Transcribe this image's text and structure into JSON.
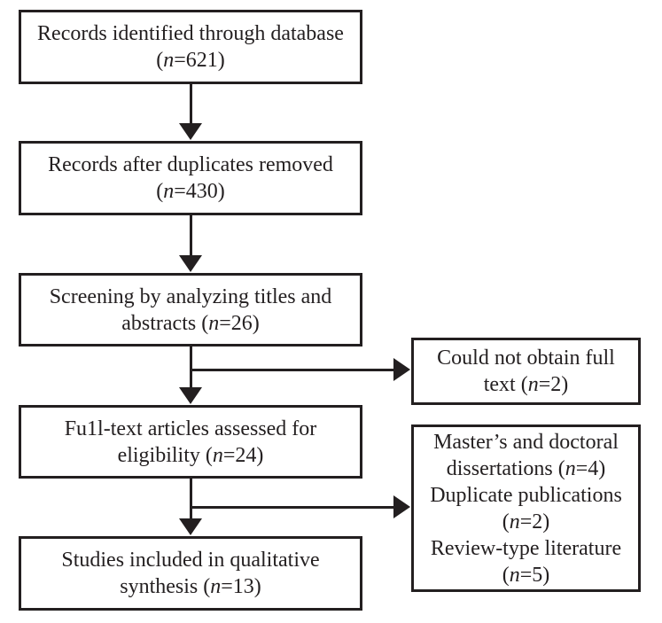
{
  "diagram": {
    "type": "flowchart",
    "style": "PRISMA-like literature screening flow",
    "colors": {
      "ink": "#231f20",
      "background": "#ffffff"
    },
    "italic_variable": "n",
    "boxes": [
      {
        "id": "identified",
        "n": 621,
        "lines": [
          "Records identified through database",
          "(n=621)"
        ]
      },
      {
        "id": "after-duplicates",
        "n": 430,
        "lines": [
          "Records after duplicates removed",
          "(n=430)"
        ]
      },
      {
        "id": "screening",
        "n": 26,
        "lines": [
          "Screening by analyzing titles and",
          "abstracts (n=26)"
        ]
      },
      {
        "id": "full-text",
        "n": 24,
        "lines": [
          "Fu1l-text articles assessed for",
          "eligibility (n=24)"
        ]
      },
      {
        "id": "included",
        "n": 13,
        "lines": [
          "Studies included in qualitative",
          "synthesis (n=13)"
        ]
      },
      {
        "id": "no-full-text",
        "n": 2,
        "lines": [
          "Could not obtain full",
          "text (n=2)"
        ]
      },
      {
        "id": "exclusion-reasons",
        "n_values": [
          4,
          2,
          5
        ],
        "lines": [
          "Master’s and doctoral",
          "dissertations (n=4)",
          "Duplicate publications",
          "(n=2)",
          "Review-type literature",
          "(n=5)"
        ]
      }
    ]
  }
}
